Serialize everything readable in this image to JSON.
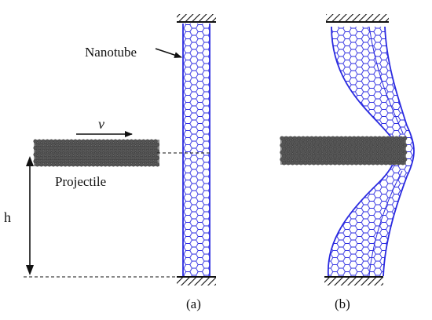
{
  "labels": {
    "nanotube": "Nanotube",
    "velocity": "v",
    "projectile": "Projectile",
    "height": "h",
    "panel_a": "(a)",
    "panel_b": "(b)"
  },
  "colors": {
    "nanotube": "#2a2ae0",
    "projectile": "#555555",
    "ink": "#111111"
  }
}
